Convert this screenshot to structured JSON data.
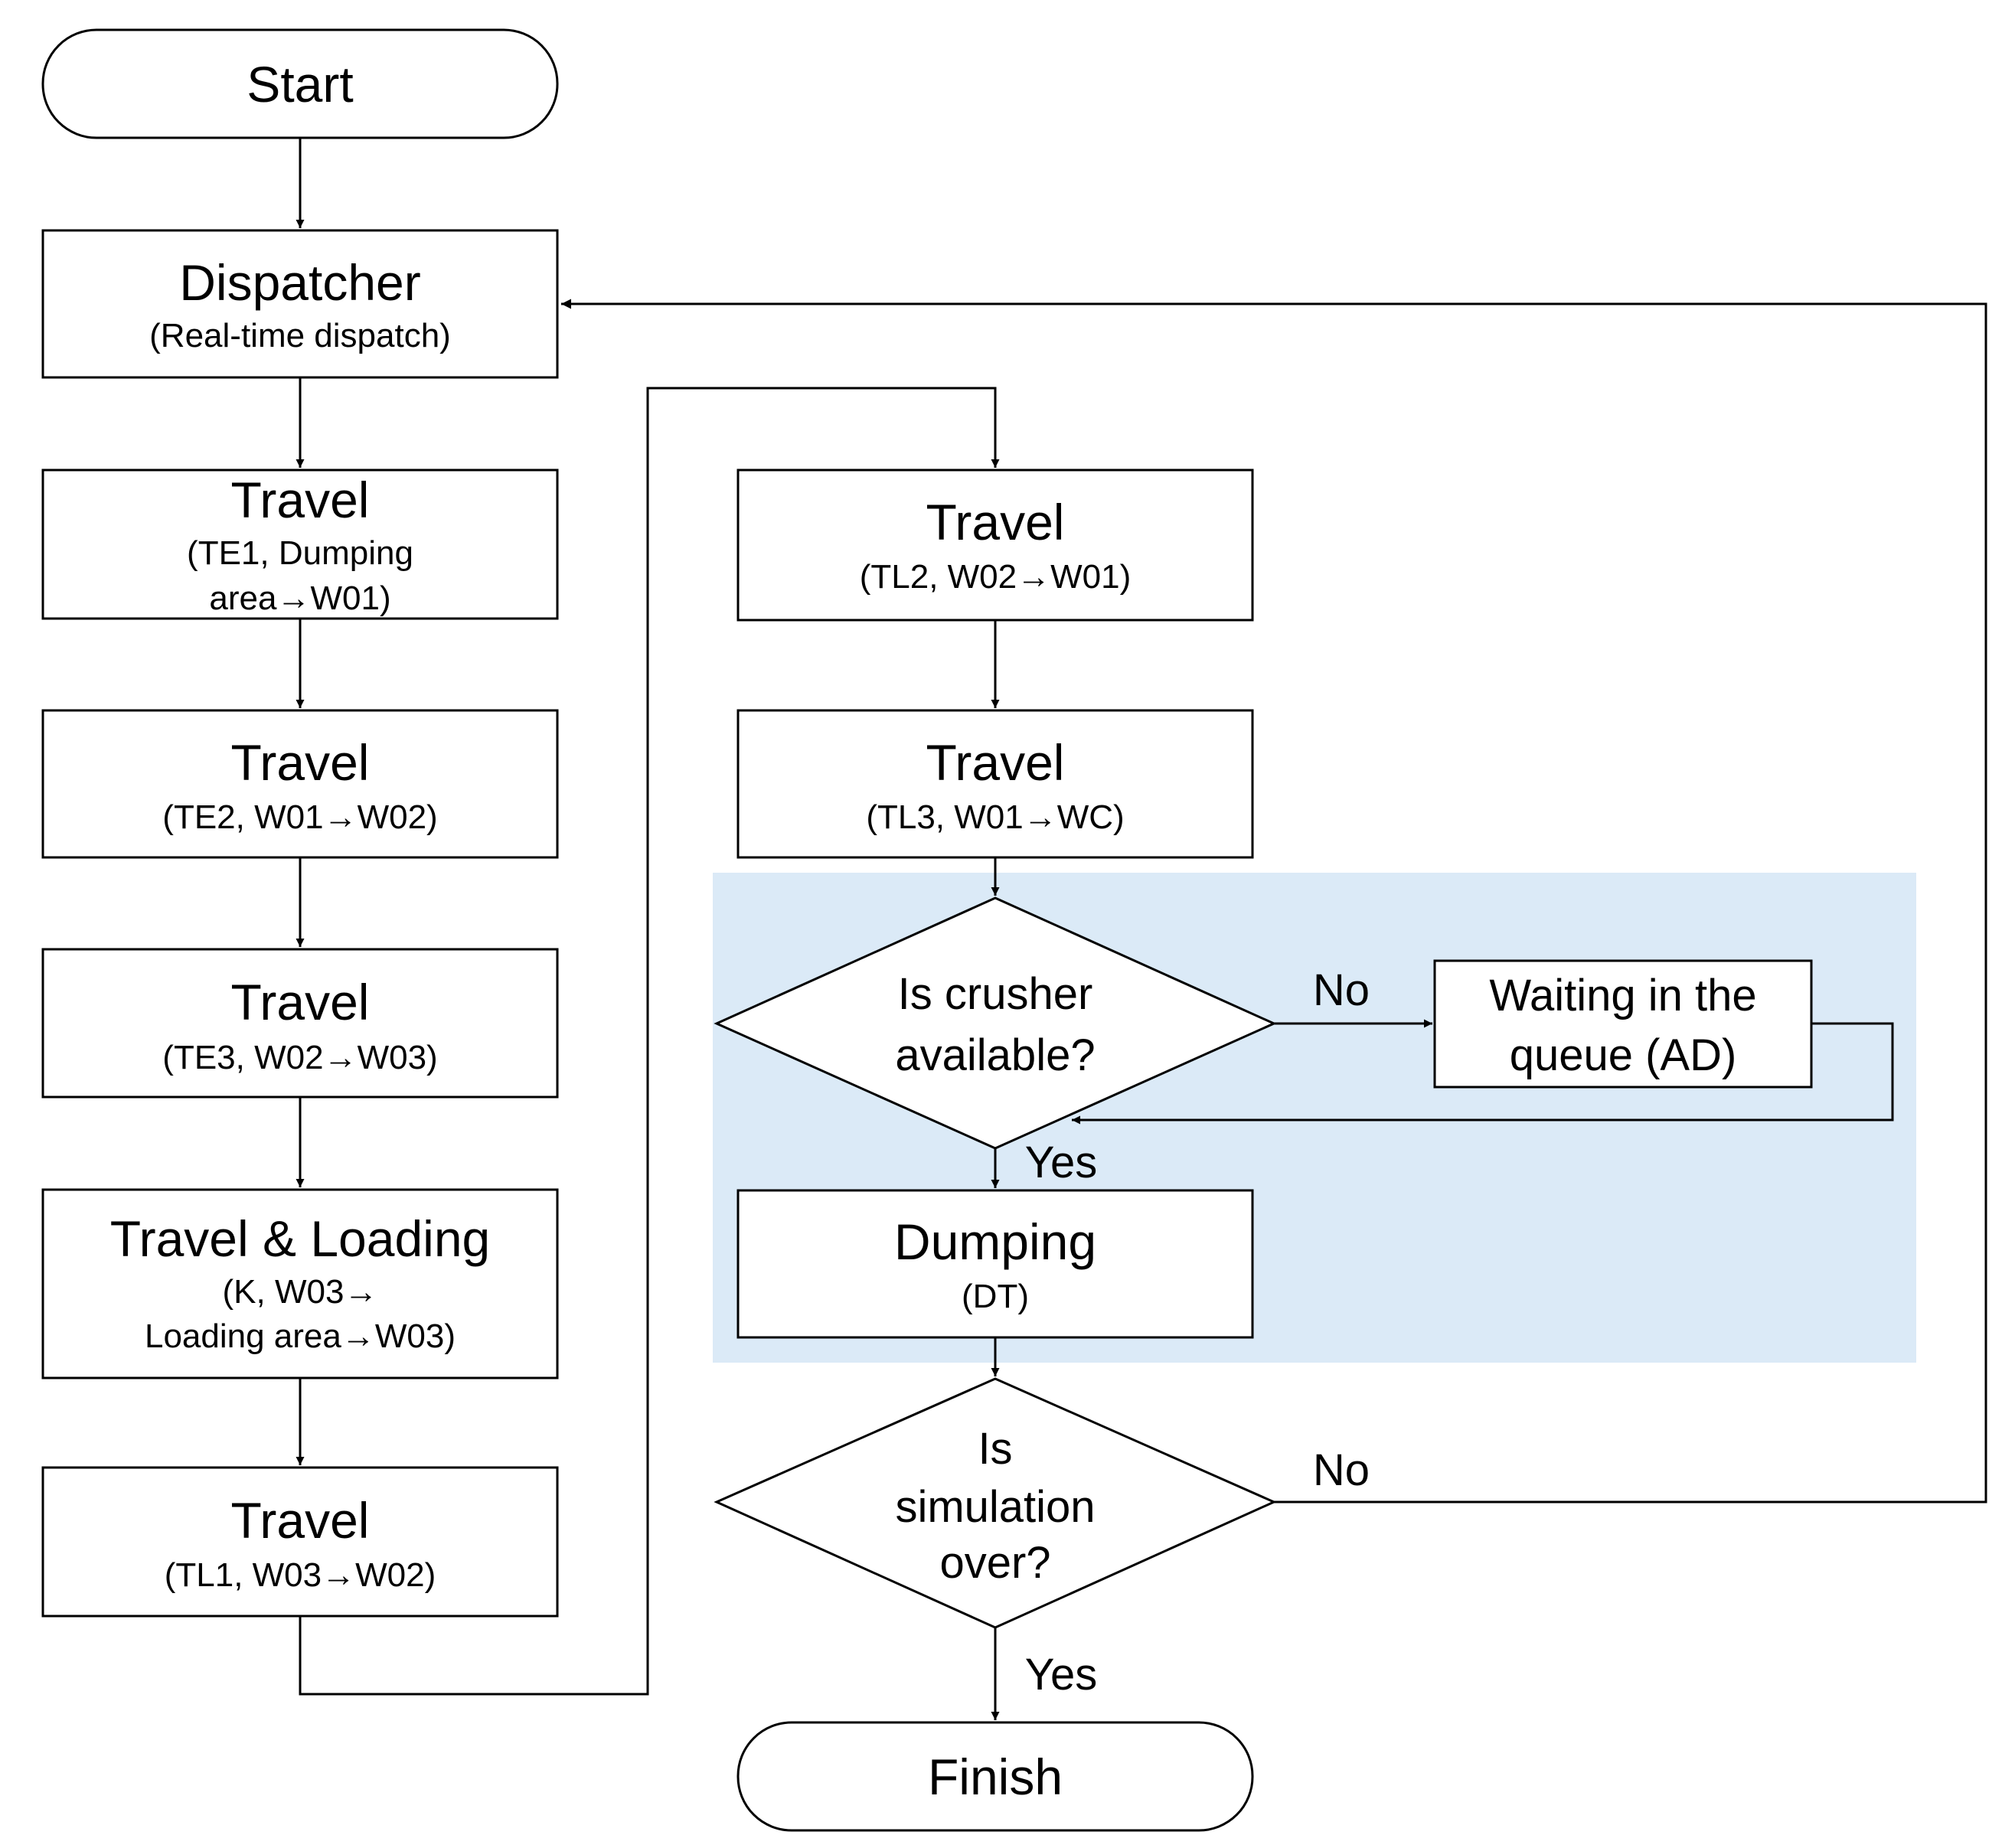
{
  "nodes": {
    "start": {
      "label": "Start"
    },
    "dispatcher": {
      "title": "Dispatcher",
      "sub": [
        "(Real-time dispatch)"
      ]
    },
    "travel_te1": {
      "title": "Travel",
      "sub": [
        "(TE1, Dumping",
        "area→W01)"
      ]
    },
    "travel_te2": {
      "title": "Travel",
      "sub": [
        "(TE2, W01→W02)"
      ]
    },
    "travel_te3": {
      "title": "Travel",
      "sub": [
        "(TE3, W02→W03)"
      ]
    },
    "travel_loading": {
      "title": "Travel & Loading",
      "sub": [
        "(K, W03→",
        "Loading area→W03)"
      ]
    },
    "travel_tl1": {
      "title": "Travel",
      "sub": [
        "(TL1, W03→W02)"
      ]
    },
    "travel_tl2": {
      "title": "Travel",
      "sub": [
        "(TL2, W02→W01)"
      ]
    },
    "travel_tl3": {
      "title": "Travel",
      "sub": [
        "(TL3, W01→WC)"
      ]
    },
    "crusher_decision": {
      "lines": [
        "Is crusher",
        "available?"
      ]
    },
    "waiting_queue": {
      "lines": [
        "Waiting in the",
        "queue (AD)"
      ]
    },
    "dumping": {
      "title": "Dumping",
      "sub": [
        "(DT)"
      ]
    },
    "simulation_decision": {
      "lines": [
        "Is",
        "simulation",
        "over?"
      ]
    },
    "finish": {
      "label": "Finish"
    }
  },
  "edge_labels": {
    "crusher_no": "No",
    "crusher_yes": "Yes",
    "simulation_no": "No",
    "simulation_yes": "Yes"
  },
  "colors": {
    "highlight_region": "#dbeaf7",
    "stroke": "#000000",
    "box_fill": "#ffffff"
  }
}
